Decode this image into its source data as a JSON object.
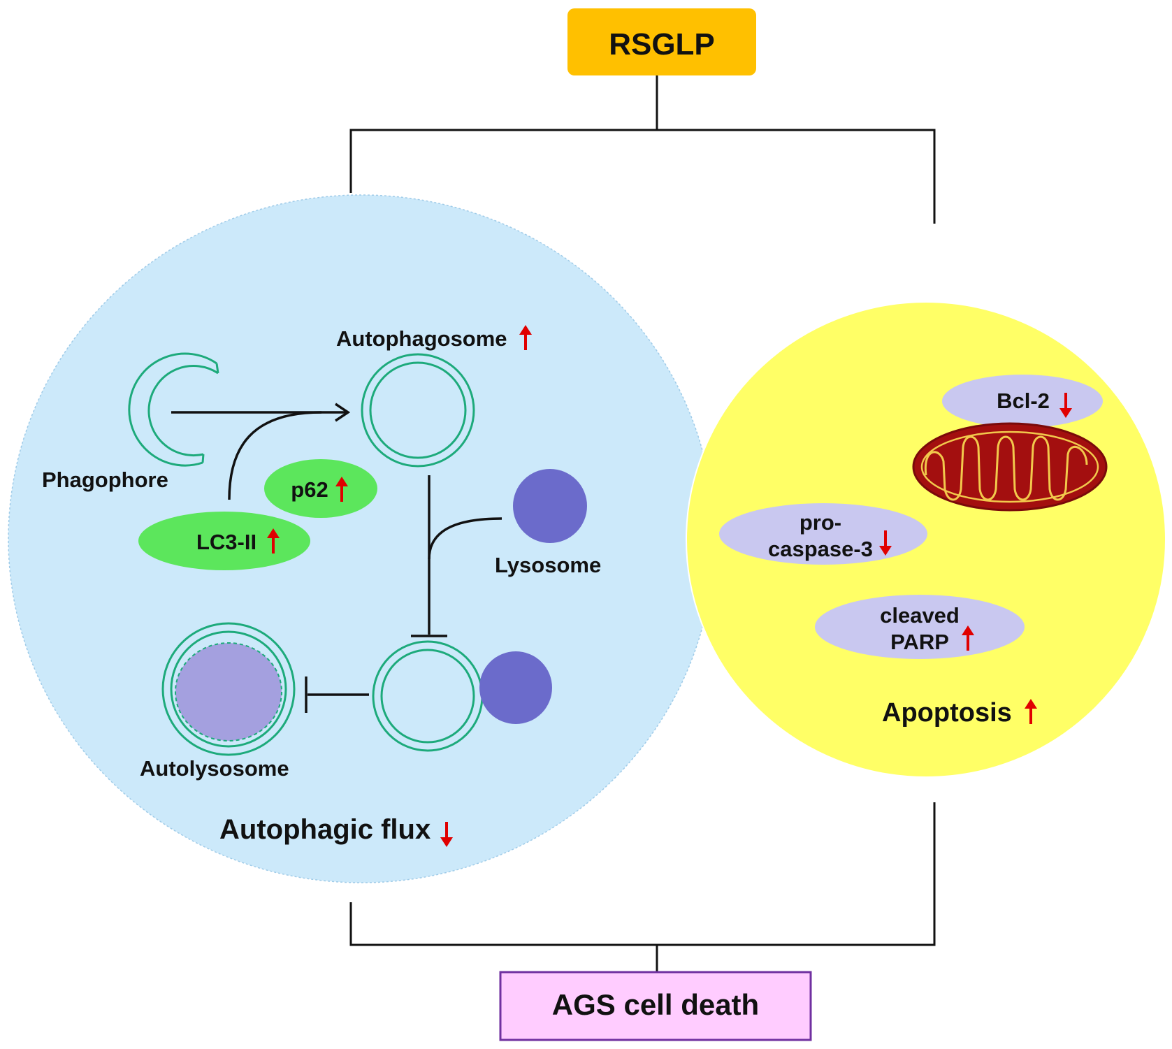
{
  "nodes": {
    "top": "RSGLP",
    "bottom": "AGS cell death"
  },
  "autophagy": {
    "phagophore": "Phagophore",
    "autophagosome": "Autophagosome",
    "lysosome": "Lysosome",
    "autolysosome": "Autolysosome",
    "p62": "p62",
    "lc3": "LC3-II",
    "flux": "Autophagic flux"
  },
  "apoptosis": {
    "bcl2": "Bcl-2",
    "procaspase_line1": "pro-",
    "procaspase_line2": "caspase-3",
    "parp_line1": "cleaved",
    "parp_line2": "PARP",
    "label": "Apoptosis"
  },
  "colors": {
    "top_box": "#FFC000",
    "bottom_box": "#FFCCFF",
    "bottom_border": "#7030A0",
    "autophagy_circle": "#CCE9FA",
    "apoptosis_circle": "#FFFF66",
    "membrane": "#1DAA7B",
    "green_badge": "#5CE65C",
    "lysosome": "#6B6BCB",
    "autolysosome_core": "#A4A0DF",
    "protein_badge": "#C9C8F0",
    "mito_outer": "#A30F0F",
    "mito_inner": "#F2C94C",
    "arrow_up_down": "#E00000"
  },
  "icons": {
    "up": "red-up-arrow-icon",
    "down": "red-down-arrow-icon"
  }
}
